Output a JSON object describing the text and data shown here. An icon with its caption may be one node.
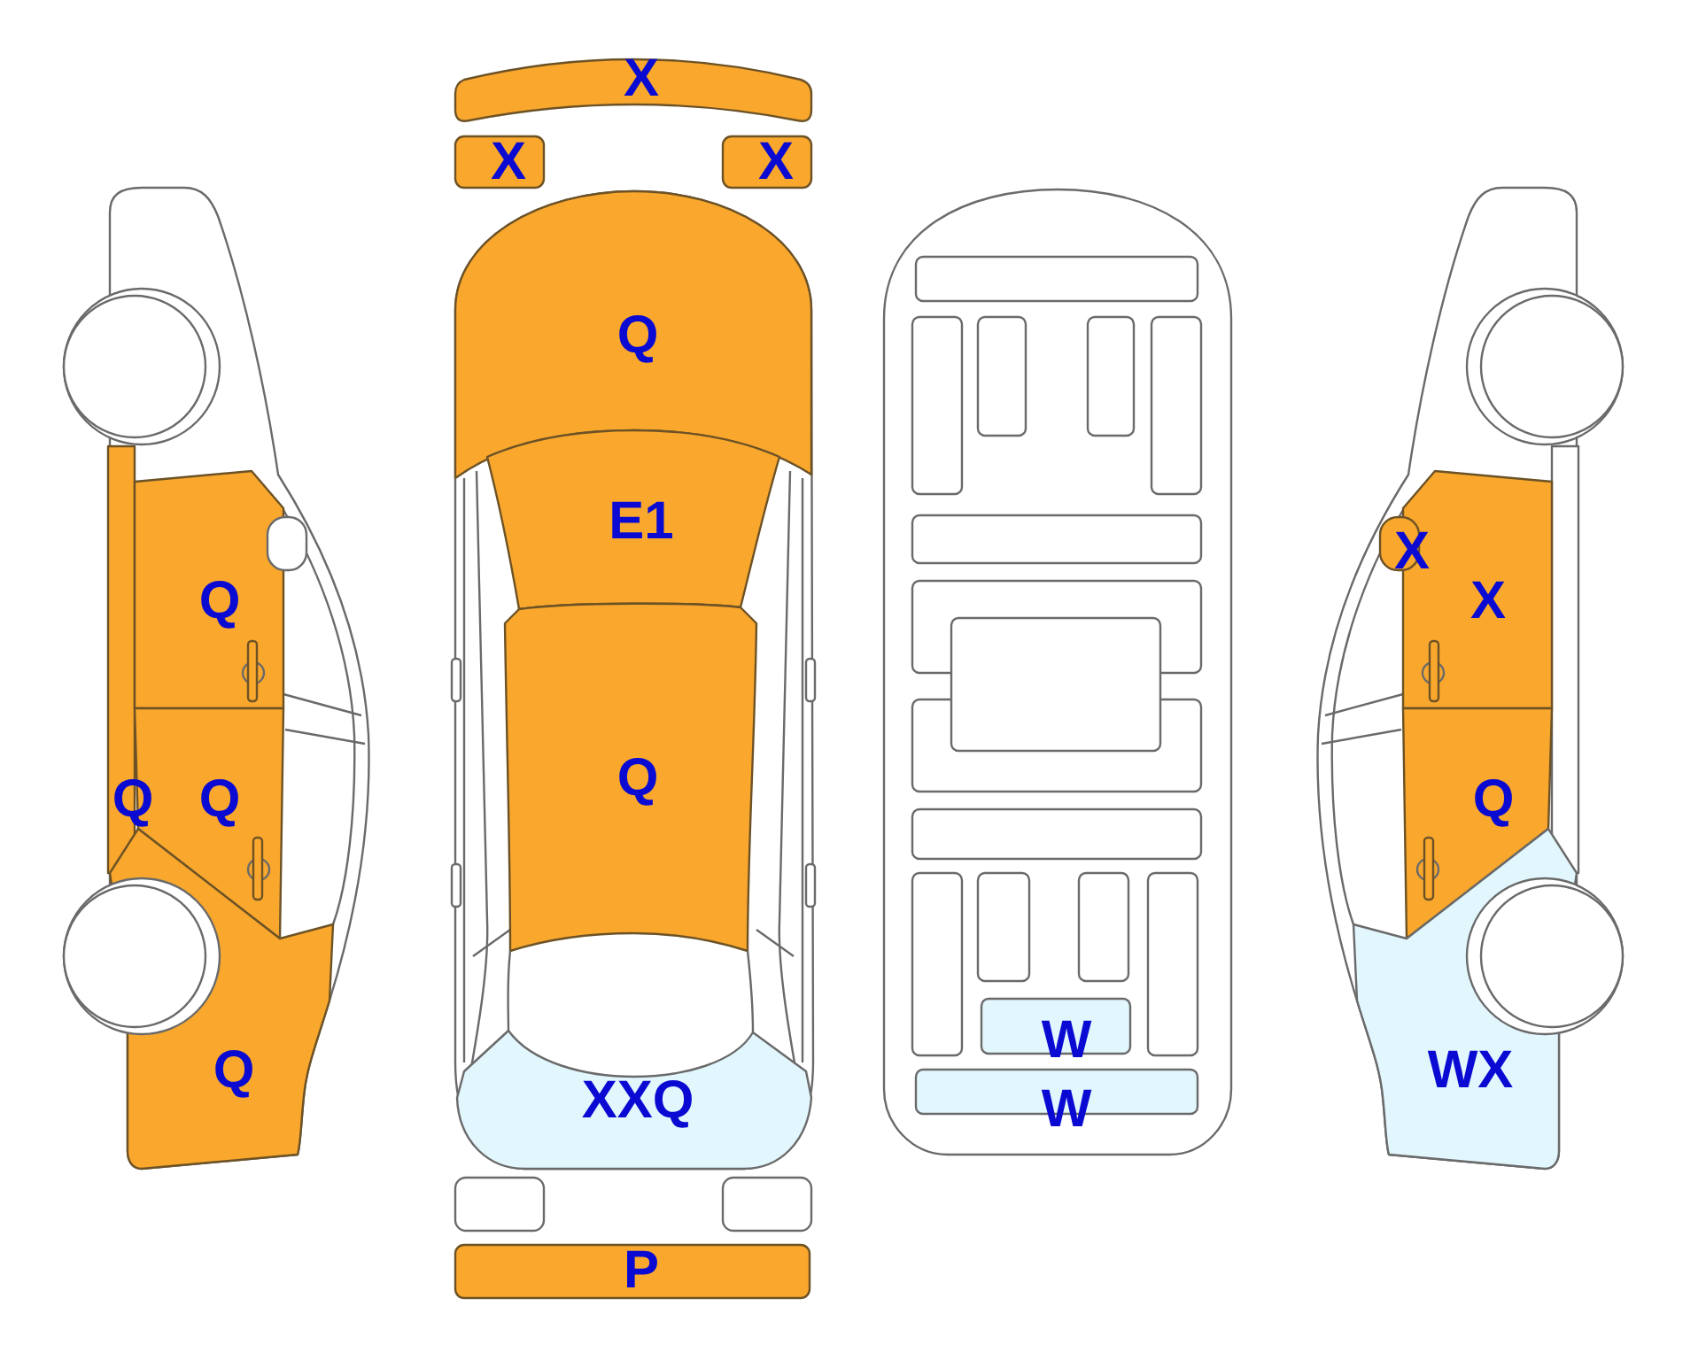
{
  "diagram": {
    "labels": [
      "Q",
      "Q",
      "Q",
      "Q",
      "X",
      "X",
      "X",
      "Q",
      "E1",
      "Q",
      "XXQ",
      "P",
      "W",
      "W",
      "X",
      "X",
      "Q",
      "WX"
    ]
  }
}
